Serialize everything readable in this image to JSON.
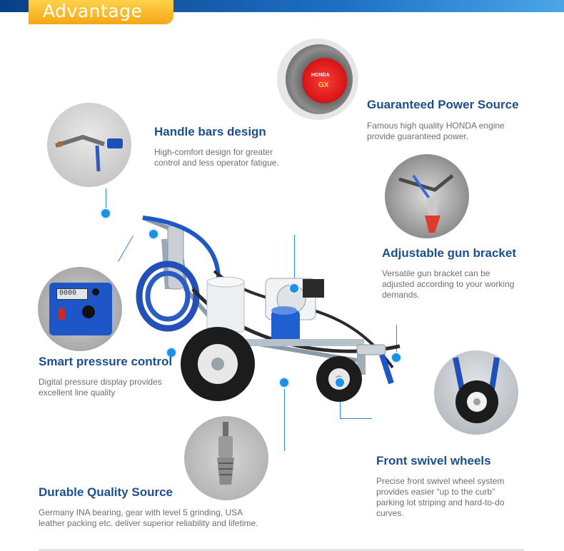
{
  "header": {
    "tab_label": "Advantage"
  },
  "features": {
    "power": {
      "title": "Guaranteed Power Source",
      "desc": [
        "Famous high quality HONDA engine",
        "provide guaranteed power."
      ]
    },
    "handle": {
      "title": "Handle bars design",
      "desc": [
        "High-comfort design for greater",
        "control and less operator fatigue."
      ]
    },
    "gun": {
      "title": "Adjustable gun bracket",
      "desc": [
        " Versatile gun bracket can be",
        "adjusted according to your working",
        "demands."
      ]
    },
    "pressure": {
      "title": "Smart pressure control",
      "desc": [
        "Digital pressure display provides",
        "excellent line quality"
      ]
    },
    "wheels": {
      "title": "Front swivel wheels",
      "desc": [
        "Precise front swivel wheel system",
        "provides easier “up to the curb”",
        "parking lot striping and hard-to-do",
        "curves."
      ]
    },
    "durable": {
      "title": "Durable Quality Source",
      "desc": [
        "Germany INA bearing, gear with level 5 grinding, USA",
        "leather packing etc. deliver superior reliability and lifetime."
      ]
    }
  },
  "images": {
    "engine_logo": "HONDA",
    "engine_model": "GX",
    "display_readout": "0000"
  },
  "colors": {
    "accent": "#1d8fe6",
    "title": "#1b4f8f",
    "tab": "#f6a716",
    "bar": "#1d6fc4"
  }
}
